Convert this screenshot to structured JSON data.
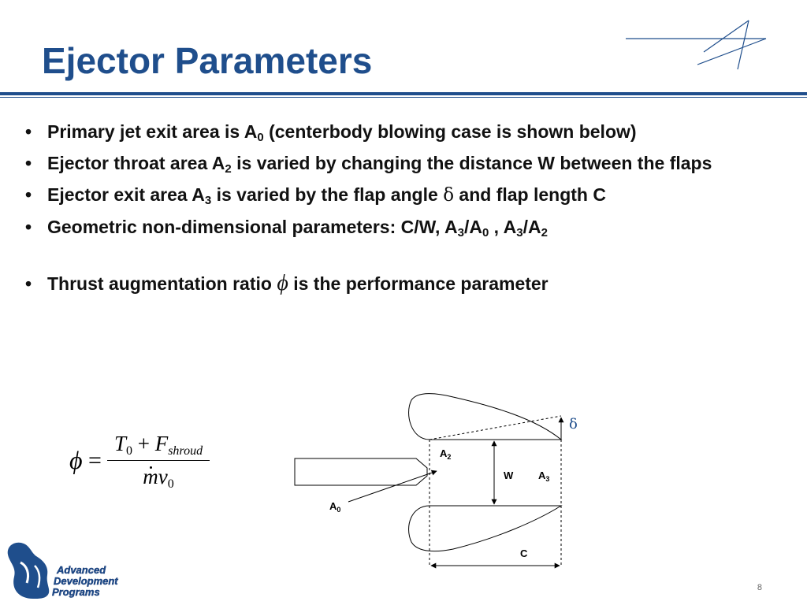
{
  "slide": {
    "title": "Ejector Parameters",
    "page_number": "8",
    "accent_color": "#1f4e8c"
  },
  "bullets": [
    {
      "a": "Primary jet exit area is A",
      "a_sub": "0",
      "b": " (centerbody blowing case is shown below)"
    },
    {
      "a": "Ejector throat area  A",
      "a_sub": "2",
      "b": "  is varied by changing the distance  W between the flaps"
    },
    {
      "a": "Ejector exit area  A",
      "a_sub": "3",
      "b": " is varied by the flap angle ",
      "symbol": "δ",
      "c": " and flap length C"
    },
    {
      "a": "Geometric non-dimensional parameters: C/W, A",
      "sub1": "3",
      "b": "/A",
      "sub2": "0",
      "c": " , A",
      "sub3": "3",
      "d": "/A",
      "sub4": "2"
    },
    {
      "a": "Thrust augmentation ratio  ",
      "symbol": "ϕ",
      "b": "  is the performance parameter"
    }
  ],
  "formula": {
    "lhs": "ϕ",
    "equals": "=",
    "num_t": "T",
    "num_t_sub": "0",
    "num_plus": " + ",
    "num_f": "F",
    "num_f_sub": "shroud",
    "den_m": "m",
    "den_v": "v",
    "den_v_sub": "0"
  },
  "diagram": {
    "labels": {
      "a2": "A",
      "a2_sub": "2",
      "a3": "A",
      "a3_sub": "3",
      "a0": "A",
      "a0_sub": "0",
      "w": "W",
      "c": "C",
      "delta": "δ"
    }
  },
  "logos": {
    "top": "lockheed-martin-star-icon",
    "bottom_words": [
      "Advanced",
      "Development",
      "Programs"
    ]
  }
}
